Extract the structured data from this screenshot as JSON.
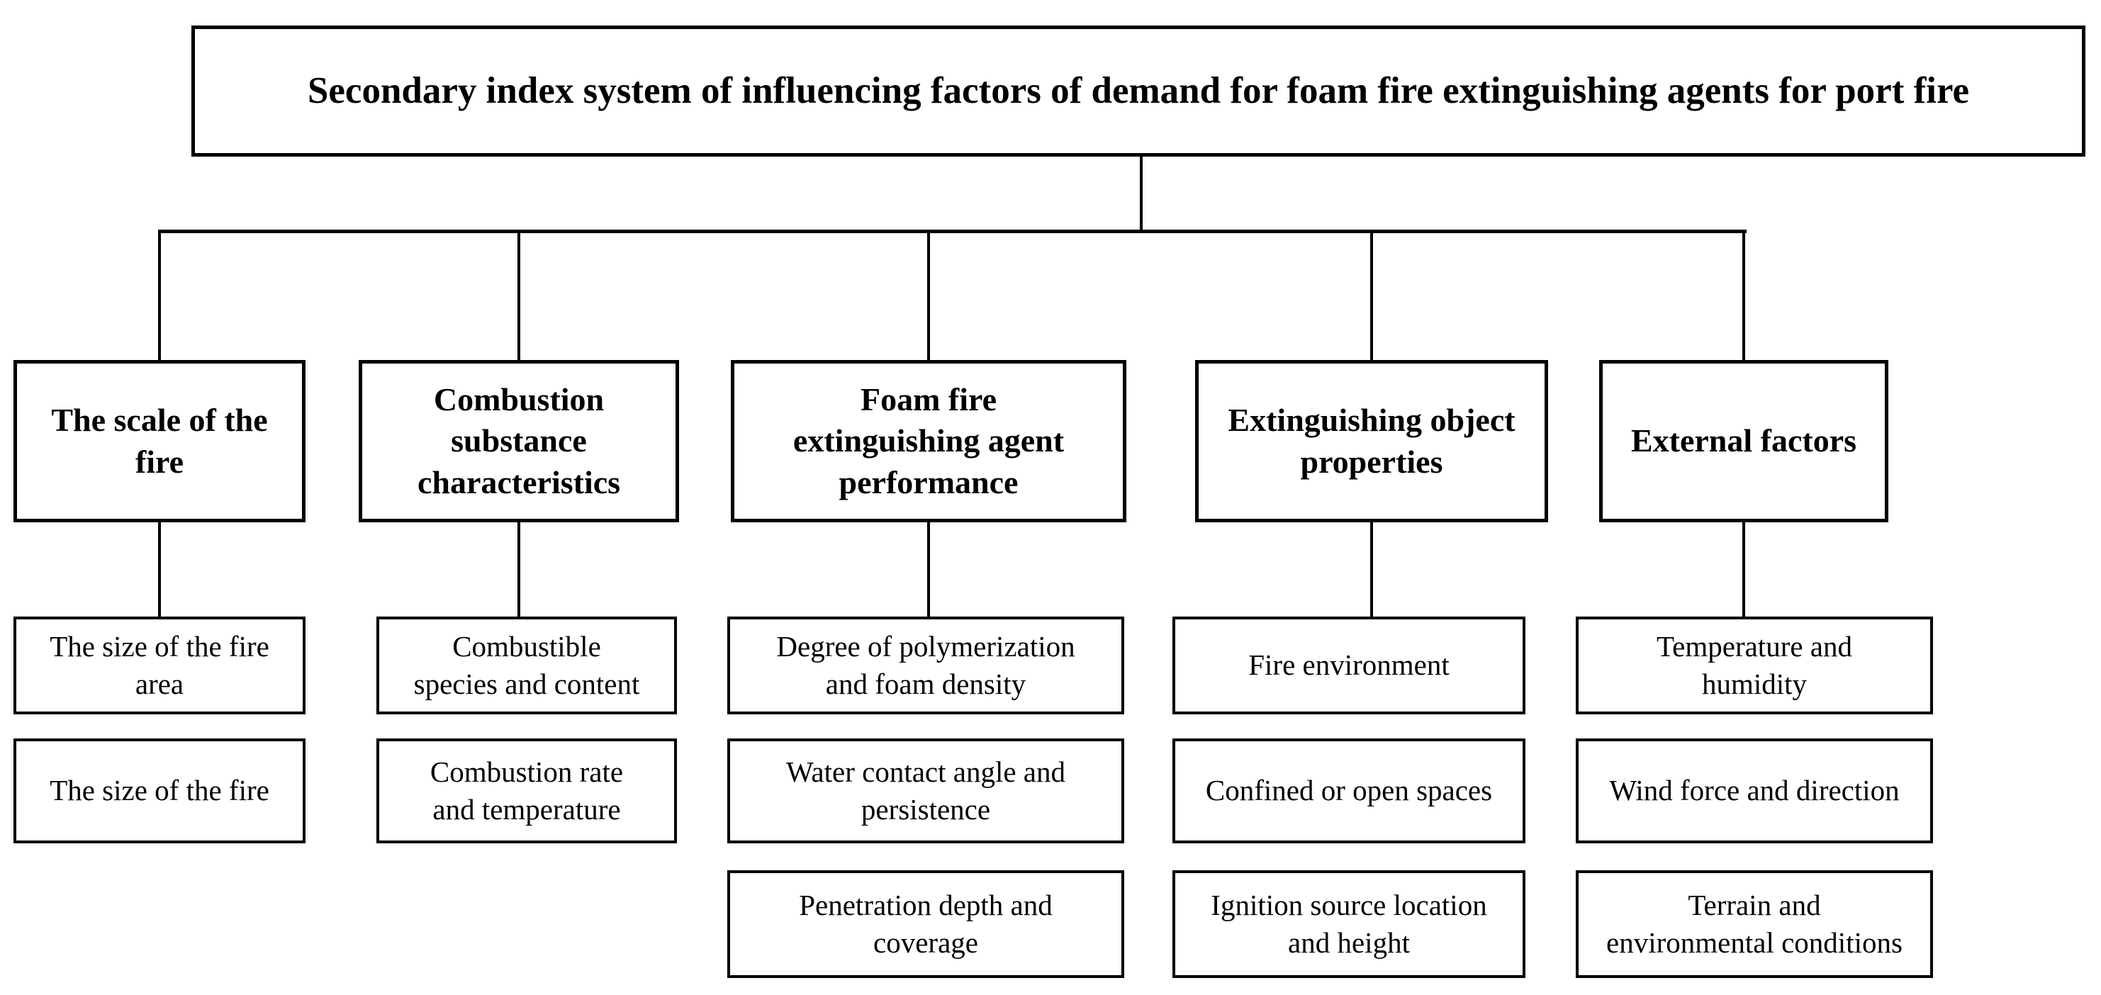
{
  "diagram": {
    "title": "Secondary index system of influencing factors of demand for foam fire extinguishing agents for port fire",
    "categories": [
      {
        "label": "The scale of the\nfire",
        "children": [
          "The size of the fire\narea",
          "The size of the fire"
        ]
      },
      {
        "label": "Combustion\nsubstance\ncharacteristics",
        "children": [
          "Combustible\nspecies and content",
          "Combustion rate\nand temperature"
        ]
      },
      {
        "label": "Foam fire\nextinguishing agent\nperformance",
        "children": [
          "Degree of polymerization\nand foam density",
          "Water contact angle and\npersistence",
          "Penetration depth and\ncoverage"
        ]
      },
      {
        "label": "Extinguishing object\nproperties",
        "children": [
          "Fire environment",
          "Confined or open spaces",
          "Ignition source location\nand height"
        ]
      },
      {
        "label": "External factors",
        "children": [
          "Temperature and\nhumidity",
          "Wind force and direction",
          "Terrain and\nenvironmental conditions"
        ]
      }
    ],
    "colors": {
      "background": "#ffffff",
      "border": "#000000",
      "text": "#000000"
    }
  }
}
